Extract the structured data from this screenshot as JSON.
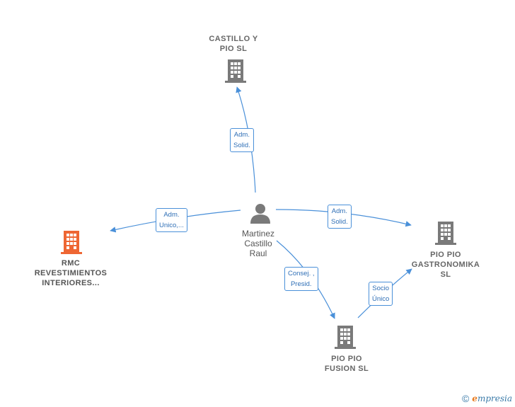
{
  "nodes": {
    "castillo": {
      "lines": [
        "CASTILLO Y",
        "PIO SL"
      ],
      "icon": "building-icon",
      "color": "#7a7a7a"
    },
    "rmc": {
      "lines": [
        "RMC",
        "REVESTIMIENTOS",
        "INTERIORES..."
      ],
      "icon": "building-icon",
      "color": "#ee6633"
    },
    "person": {
      "lines": [
        "Martinez",
        "Castillo",
        "Raul"
      ],
      "icon": "person-icon",
      "color": "#7a7a7a"
    },
    "gastronomika": {
      "lines": [
        "PIO PIO",
        "GASTRONOMIKA",
        "SL"
      ],
      "icon": "building-icon",
      "color": "#7a7a7a"
    },
    "fusion": {
      "lines": [
        "PIO PIO",
        "FUSION  SL"
      ],
      "icon": "building-icon",
      "color": "#7a7a7a"
    }
  },
  "edges": {
    "to_castillo": {
      "lines": [
        "Adm.",
        "Solid."
      ]
    },
    "to_rmc": {
      "lines": [
        "Adm.",
        "Unico,..."
      ]
    },
    "to_gastronomika": {
      "lines": [
        "Adm.",
        "Solid."
      ]
    },
    "to_fusion": {
      "lines": [
        "Consej. ,",
        "Presid."
      ]
    },
    "fusion_to_gastronomika": {
      "lines": [
        "Socio",
        "Único"
      ]
    }
  },
  "footer": {
    "copyright": "©",
    "brand_initial": "e",
    "brand_rest": "mpresia"
  },
  "colors": {
    "edge": "#4a90d9",
    "edge_text": "#2f6fb6",
    "highlight": "#ee6633"
  }
}
